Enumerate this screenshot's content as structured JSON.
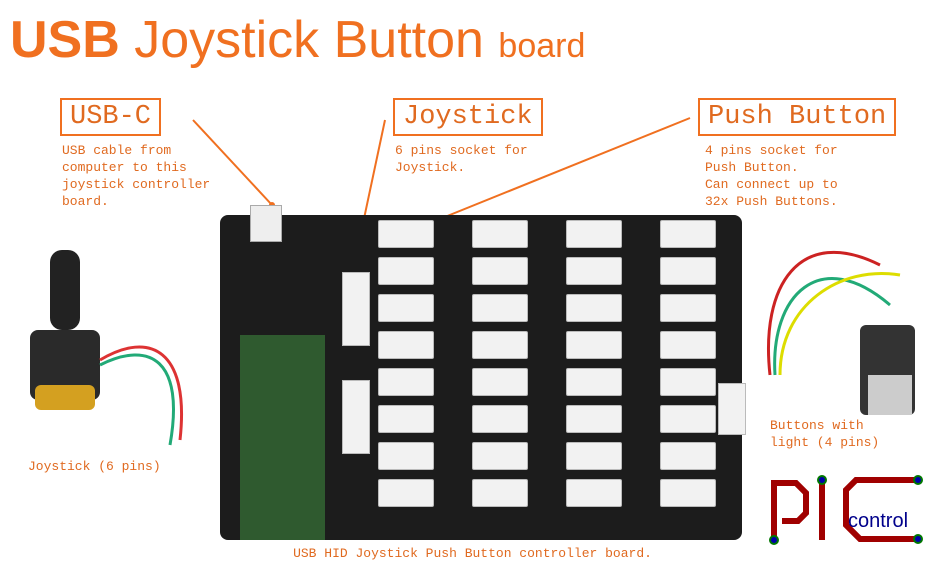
{
  "title": {
    "bold": "USB",
    "main": "Joystick Button",
    "small": "board"
  },
  "callouts": [
    {
      "label": "USB-C",
      "note": "USB cable from\ncomputer to this\njoystick controller\nboard."
    },
    {
      "label": "Joystick",
      "note": "6 pins socket for\nJoystick."
    },
    {
      "label": "Push Button",
      "note": "4 pins socket for\nPush Button.\nCan connect up to\n32x Push Buttons."
    }
  ],
  "joystick_caption": "Joystick (6 pins)",
  "buttons_caption": "Buttons with\nlight (4 pins)",
  "board_caption": "USB HID Joystick Push Button controller board.",
  "logo": {
    "text": "PIC",
    "sub": "control",
    "color": "#a00000",
    "sub_color": "#00008b"
  },
  "accent": "#f07020"
}
